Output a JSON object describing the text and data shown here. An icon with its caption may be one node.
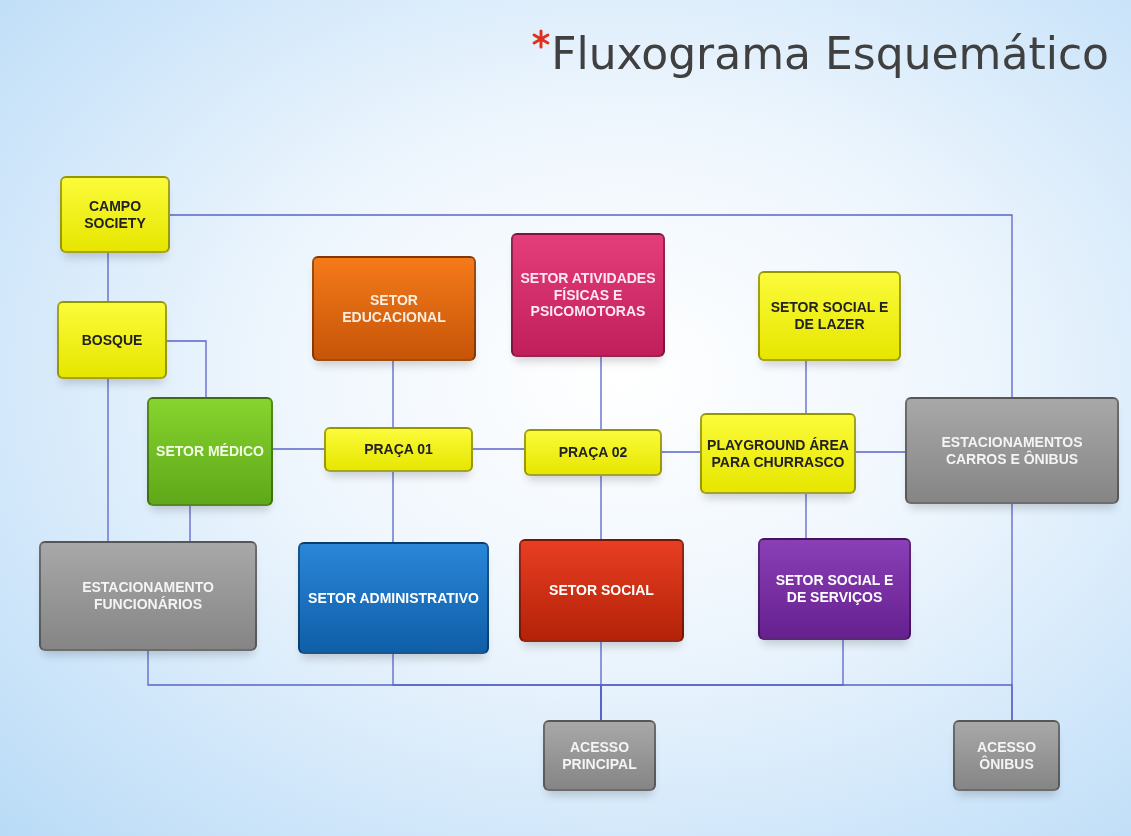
{
  "diagram": {
    "title": "Fluxograma Esquemático",
    "nodes": [
      {
        "text": [
          "CAMPO SOCIETY"
        ]
      },
      {
        "text": [
          "BOSQUE"
        ]
      },
      {
        "text": [
          "SETOR EDUCACIONAL"
        ]
      },
      {
        "text": [
          "SETOR ATIVIDADES FÍSICAS E PSICOMOTORAS"
        ]
      },
      {
        "text": [
          "SETOR SOCIAL E DE LAZER"
        ]
      },
      {
        "text": [
          "SETOR MÉDICO"
        ]
      },
      {
        "text": [
          "PRAÇA 01"
        ]
      },
      {
        "text": [
          "PRAÇA 02"
        ]
      },
      {
        "text": [
          "PLAYGROUND ÁREA PARA CHURRASCO"
        ]
      },
      {
        "text": [
          "ESTACIONAMENTOS CARROS E ÔNIBUS"
        ]
      },
      {
        "text": [
          "ESTACIONAMENTO FUNCIONÁRIOS"
        ]
      },
      {
        "text": [
          "SETOR ADMINISTRATIVO"
        ]
      },
      {
        "text": [
          "SETOR SOCIAL"
        ]
      },
      {
        "text": [
          "SETOR SOCIAL E DE SERVIÇOS"
        ]
      },
      {
        "text": [
          "ACESSO PRINCIPAL"
        ]
      },
      {
        "text": [
          "ACESSO ÔNIBUS"
        ]
      }
    ],
    "edges": [
      {
        "from": 0,
        "to": 1,
        "arrow": "none"
      },
      {
        "from": 0,
        "to": 9,
        "arrow": "none"
      },
      {
        "from": 1,
        "to": 10,
        "arrow": "none"
      },
      {
        "from": 1,
        "to": 5,
        "arrow": "none"
      },
      {
        "from": 5,
        "to": 6,
        "arrow": "none"
      },
      {
        "from": 5,
        "to": 10,
        "arrow": "none"
      },
      {
        "from": 2,
        "to": 6,
        "arrow": "none"
      },
      {
        "from": 6,
        "to": 7,
        "arrow": "none"
      },
      {
        "from": 6,
        "to": 11,
        "arrow": "none"
      },
      {
        "from": 3,
        "to": 7,
        "arrow": "none"
      },
      {
        "from": 7,
        "to": 8,
        "arrow": "none"
      },
      {
        "from": 7,
        "to": 12,
        "arrow": "none"
      },
      {
        "from": 4,
        "to": 8,
        "arrow": "none"
      },
      {
        "from": 8,
        "to": 9,
        "arrow": "none"
      },
      {
        "from": 8,
        "to": 13,
        "arrow": "none"
      },
      {
        "from": 10,
        "to": 14,
        "arrow": "none"
      },
      {
        "from": 11,
        "to": 14,
        "arrow": "none"
      },
      {
        "from": 12,
        "to": 14,
        "arrow": "none"
      },
      {
        "from": 13,
        "to": 14,
        "arrow": "none"
      },
      {
        "from": 9,
        "to": 15,
        "arrow": "none"
      },
      {
        "from": 14,
        "to": 15,
        "arrow": "none"
      }
    ]
  }
}
